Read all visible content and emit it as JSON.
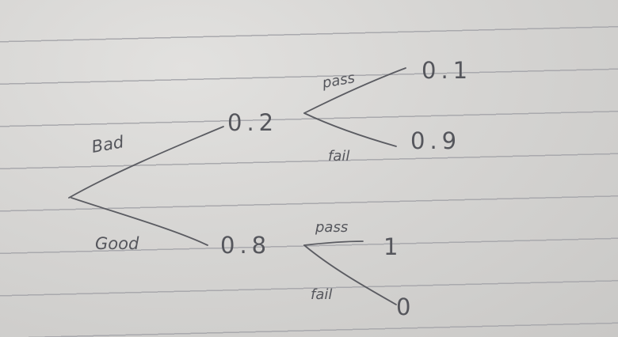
{
  "tree": {
    "root": {
      "branches": [
        {
          "label": "Bad",
          "probability": "0.2",
          "children": [
            {
              "label": "pass",
              "probability": "0.1"
            },
            {
              "label": "fail",
              "probability": "0.9"
            }
          ]
        },
        {
          "label": "Good",
          "probability": "0.8",
          "children": [
            {
              "label": "pass",
              "probability": "1"
            },
            {
              "label": "fail",
              "probability": "0"
            }
          ]
        }
      ]
    }
  },
  "colors": {
    "ink": "#5b5c62",
    "paper": "#d4d3d1",
    "ruling": "#a9a9ad"
  }
}
